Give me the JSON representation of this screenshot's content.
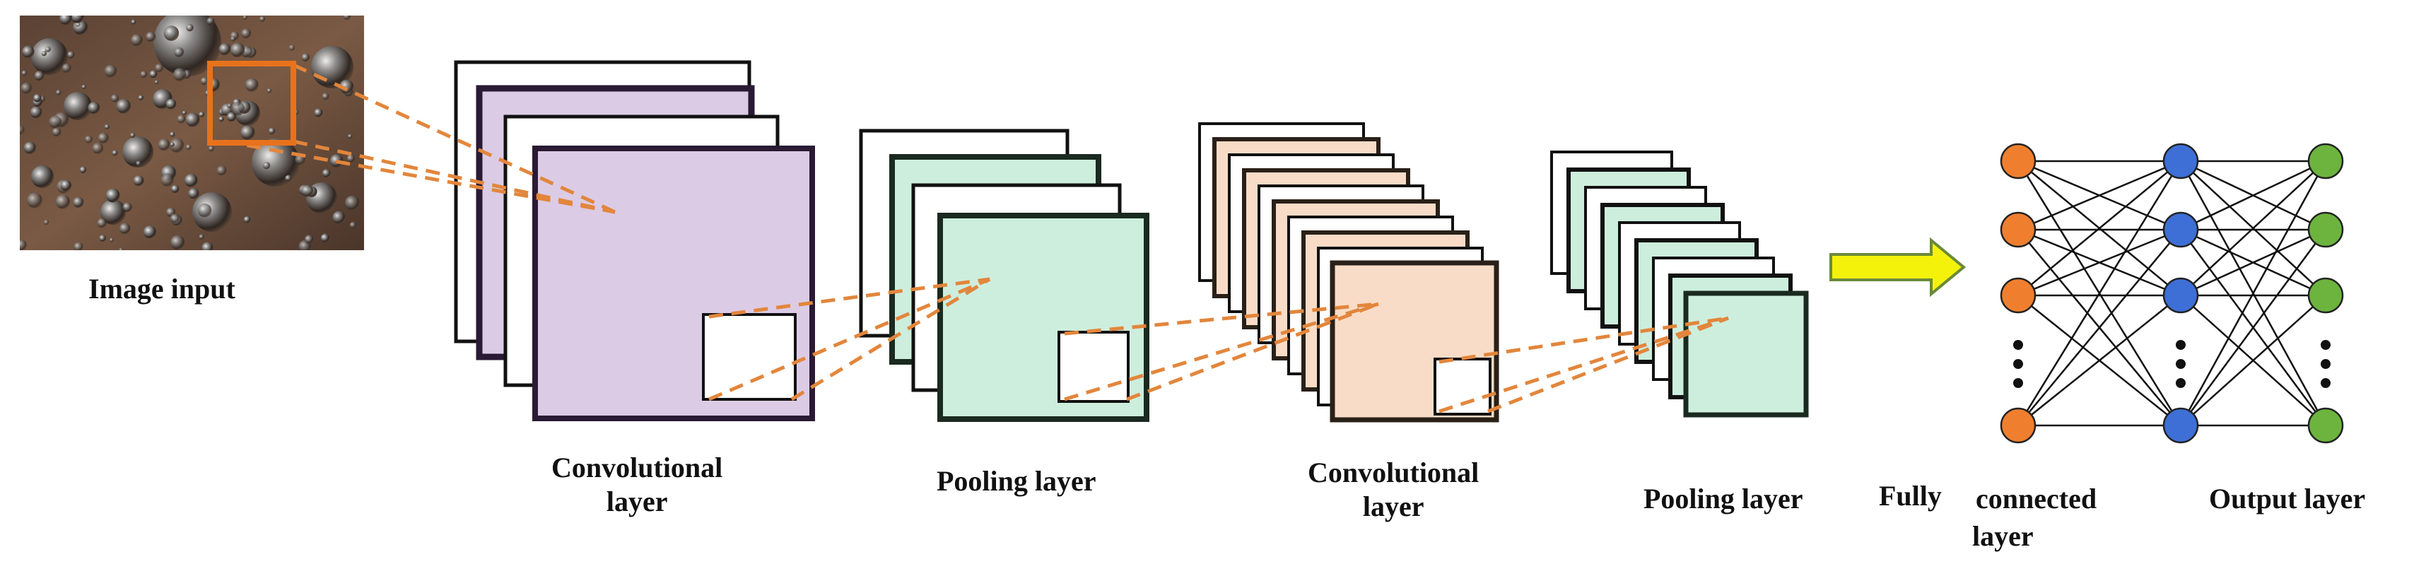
{
  "labels": {
    "image_input": "Image input",
    "conv1_line1": "Convolutional",
    "conv1_line2": "layer",
    "pool1": "Pooling layer",
    "conv2_line1": "Convolutional",
    "conv2_line2": "layer",
    "pool2": "Pooling layer",
    "fc_line1": "Fully",
    "fc_line2": "connected",
    "fc_line3": "layer",
    "output": "Output layer"
  },
  "colors": {
    "conv1_fill": "#dccbe5",
    "conv1_border": "#2a1a33",
    "pool_fill": "#cdeedd",
    "pool_border": "#1a2a20",
    "conv2_fill": "#f9dcc7",
    "conv2_border": "#2a2018",
    "dashed_line": "#e2863c",
    "input_box": "#e8721c",
    "arrow_fill": "#f4f20a",
    "arrow_border": "#6a8a3a",
    "fc_node_input": "#ef7f2f",
    "fc_node_hidden": "#3d6fd6",
    "fc_node_output": "#6cb43e"
  },
  "icons": [
    "bubble-photo-image",
    "flow-arrow-icon"
  ]
}
